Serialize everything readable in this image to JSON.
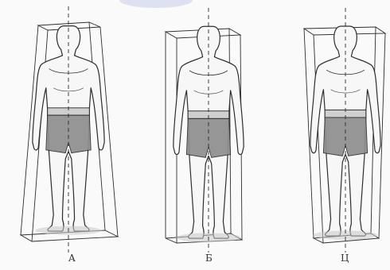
{
  "figures": [
    {
      "label": "A",
      "box": "front-wide-base",
      "axis": "center-vertical"
    },
    {
      "label": "Б",
      "box": "upright",
      "axis": "center-vertical"
    },
    {
      "label": "Ц",
      "box": "back-wide-base",
      "axis": "center-vertical"
    }
  ],
  "colors": {
    "background": "#fafafa",
    "ink": "#2e2e2e",
    "shorts": "#8e8e8e",
    "logo_blob": "#d7dbef"
  },
  "icons": [
    "body-outline-icon",
    "shorts-icon",
    "ground-shadow-icon",
    "center-line-icon"
  ]
}
